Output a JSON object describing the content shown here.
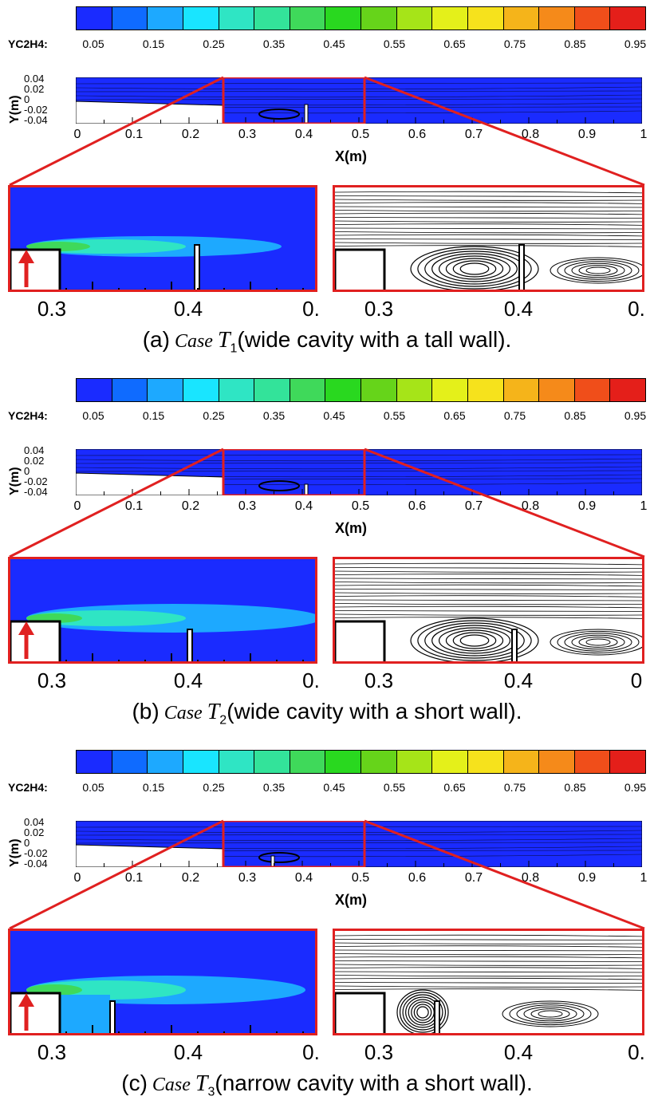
{
  "colorbar": {
    "title": "YC2H4:",
    "ticks": [
      "0.05",
      "0.15",
      "0.25",
      "0.35",
      "0.45",
      "0.55",
      "0.65",
      "0.75",
      "0.85",
      "0.95"
    ],
    "colors": [
      "#1a2bff",
      "#0f6bff",
      "#1da9ff",
      "#19e5ff",
      "#2fe5c4",
      "#33e39a",
      "#3fd95a",
      "#29d81f",
      "#66d41a",
      "#a6e418",
      "#e4f01a",
      "#f6e21c",
      "#f5b41a",
      "#f58a1a",
      "#f04e1a",
      "#e41f1a"
    ]
  },
  "axes": {
    "ylabel": "Y(m)",
    "yticks": [
      "0.04",
      "0.02",
      "0",
      "-0.02",
      "-0.04"
    ],
    "xlabel": "X(m)",
    "xticks": [
      "0",
      "0.1",
      "0.2",
      "0.3",
      "0.4",
      "0.5",
      "0.6",
      "0.7",
      "0.8",
      "0.9",
      "1"
    ]
  },
  "zoom_ticks": {
    "a": [
      "0.3",
      "0.4",
      "0.",
      "0.3",
      "0.4",
      "0."
    ],
    "b": [
      "0.3",
      "0.4",
      "0.",
      "0.3",
      "0.4",
      "0"
    ],
    "c": [
      "0.3",
      "0.4",
      "0.",
      "0.3",
      "0.4",
      "0."
    ]
  },
  "panels": [
    {
      "label": "(a)",
      "case": "Case",
      "sym": "T",
      "sub": "1",
      "desc": "(wide cavity with a tall wall)."
    },
    {
      "label": "(b)",
      "case": "Case",
      "sym": "T",
      "sub": "2",
      "desc": "(wide cavity with a short wall)."
    },
    {
      "label": "(c)",
      "case": "Case",
      "sym": "T",
      "sub": "3",
      "desc": "(narrow cavity with a short wall)."
    }
  ]
}
